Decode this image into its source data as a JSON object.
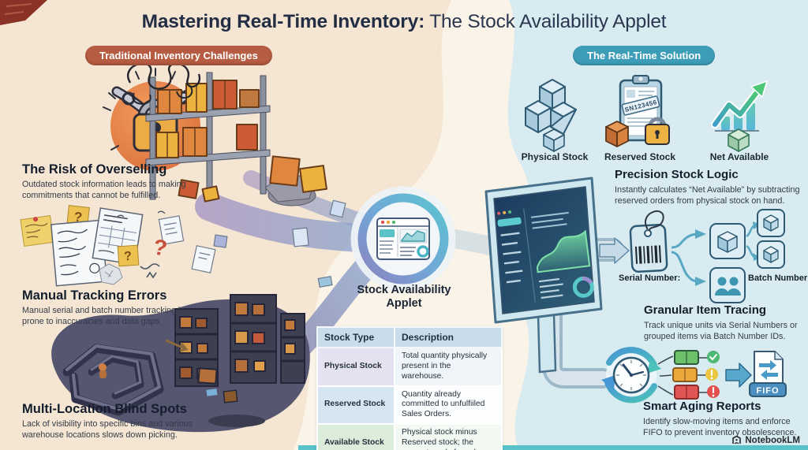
{
  "title": {
    "emphasis": "Mastering Real-Time Inventory:",
    "rest": " The Stock Availability Applet"
  },
  "left_panel": {
    "badge": "Traditional Inventory Challenges",
    "sections": [
      {
        "heading": "The Risk of Overselling",
        "body": "Outdated stock information leads to making commitments that cannot be fulfilled."
      },
      {
        "heading": "Manual Tracking Errors",
        "body": "Manual serial and batch number tracking is prone to inaccuracies and data gaps."
      },
      {
        "heading": "Multi-Location Blind Spots",
        "body": "Lack of visibility into specific bins and various warehouse locations slows down picking."
      }
    ]
  },
  "center_panel": {
    "applet_name": "Stock Availability Applet",
    "table": {
      "headers": [
        "Stock Type",
        "Description"
      ],
      "rows": [
        {
          "type": "Physical Stock",
          "description": "Total quantity physically present in the warehouse."
        },
        {
          "type": "Reserved Stock",
          "description": "Quantity already committed to unfulfiiled Sales Orders."
        },
        {
          "type": "Available Stock",
          "description": "Physical stock minus Reserved stock; the amount ready for sale."
        }
      ]
    }
  },
  "right_panel": {
    "badge": "The Real-Time Solution",
    "stock_states": [
      {
        "label": "Physical Stock"
      },
      {
        "label": "Reserved Stock",
        "serial_tag": "SN123456"
      },
      {
        "label": "Net Available"
      }
    ],
    "sections": [
      {
        "heading": "Precision Stock Logic",
        "body": "Instantly calculates “Net Available” by subtracting reserved orders from physical stock on hand."
      },
      {
        "heading": "Granular Item Tracing",
        "body": "Track unique units via Serial Numbers or grouped items via Batch Number IDs."
      },
      {
        "heading": "Smart Aging Reports",
        "body": "Identify slow-moving items and enforce FIFO to prevent inventory obsolescence."
      }
    ],
    "tracing_labels": {
      "serial": "Serial Number:",
      "batch": "Batch Number:"
    },
    "fifo_badge": "FIFO"
  },
  "decorations": {
    "question_mark": "?"
  },
  "footer": {
    "watermark": "NotebookLM"
  },
  "colors": {
    "accent_warm": "#b65c42",
    "accent_cool": "#3d9db8",
    "title_navy": "#232e44",
    "peach_bg": "#f5e6d3",
    "blue_bg": "#d8ebf1",
    "status_green": "#4cba72",
    "status_yellow": "#ecc63f",
    "status_red": "#e25050",
    "bottom_strip": "#57c2ca"
  }
}
